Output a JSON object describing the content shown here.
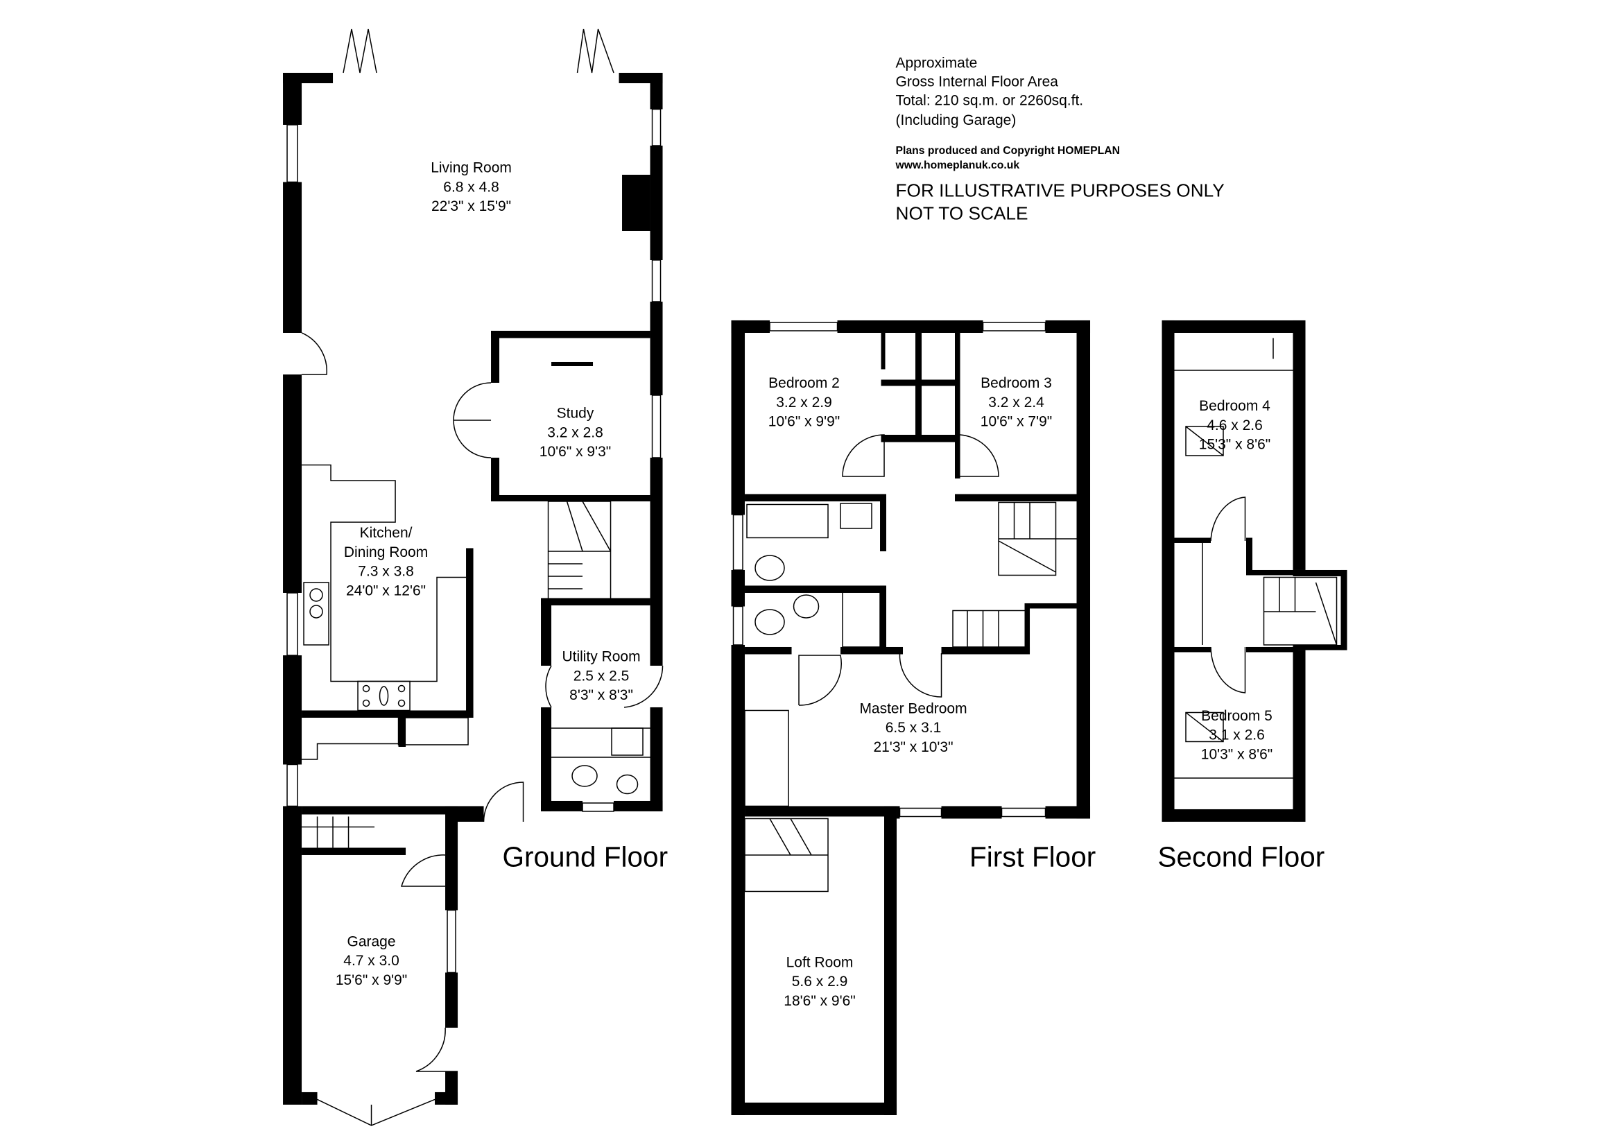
{
  "info": {
    "area_lines": [
      "Approximate",
      "Gross Internal Floor Area",
      "Total: 210 sq.m. or 2260sq.ft.",
      "(Including Garage)"
    ],
    "copyright_lines": [
      "Plans produced and Copyright HOMEPLAN",
      "www.homeplanuk.co.uk"
    ],
    "disclaimer_lines": [
      "FOR ILLUSTRATIVE PURPOSES ONLY",
      "NOT TO SCALE"
    ]
  },
  "floors": {
    "ground": {
      "title": "Ground Floor",
      "rooms": [
        {
          "lines": [
            "Living Room",
            "6.8 x 4.8",
            "22'3\" x 15'9\""
          ]
        },
        {
          "lines": [
            "Study",
            "3.2 x 2.8",
            "10'6\" x 9'3\""
          ]
        },
        {
          "lines": [
            "Kitchen/",
            "Dining Room",
            "7.3 x 3.8",
            "24'0\" x 12'6\""
          ]
        },
        {
          "lines": [
            "Utility Room",
            "2.5 x 2.5",
            "8'3\" x 8'3\""
          ]
        },
        {
          "lines": [
            "Garage",
            "4.7 x 3.0",
            "15'6\" x 9'9\""
          ]
        }
      ]
    },
    "first": {
      "title": "First Floor",
      "rooms": [
        {
          "lines": [
            "Bedroom 2",
            "3.2 x 2.9",
            "10'6\" x 9'9\""
          ]
        },
        {
          "lines": [
            "Bedroom 3",
            "3.2 x 2.4",
            "10'6\" x 7'9\""
          ]
        },
        {
          "lines": [
            "Master Bedroom",
            "6.5 x 3.1",
            "21'3\" x 10'3\""
          ]
        },
        {
          "lines": [
            "Loft Room",
            "5.6 x 2.9",
            "18'6\" x 9'6\""
          ]
        }
      ]
    },
    "second": {
      "title": "Second Floor",
      "rooms": [
        {
          "lines": [
            "Bedroom 4",
            "4.6 x 2.6",
            "15'3\" x 8'6\""
          ]
        },
        {
          "lines": [
            "Bedroom 5",
            "3.1 x 2.6",
            "10'3\" x 8'6\""
          ]
        }
      ]
    }
  }
}
